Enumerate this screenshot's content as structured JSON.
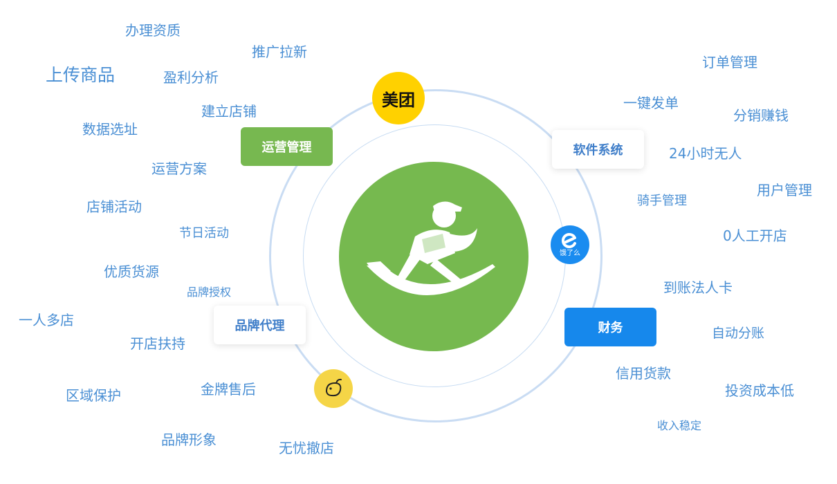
{
  "hub": {
    "center_icon": "delivery-rider-icon",
    "center_color": "#76b94f"
  },
  "platforms": {
    "meituan": {
      "label": "美团",
      "color": "#ffd100"
    },
    "eleme": {
      "label": "饿了么",
      "icon": "eleme-logo-icon",
      "color": "#1a8cf0"
    },
    "third": {
      "icon": "mascot-logo-icon",
      "color": "#f5d547"
    }
  },
  "modules": {
    "operations": {
      "label": "运营管理",
      "color": "#77b850"
    },
    "software": {
      "label": "软件系统"
    },
    "brand": {
      "label": "品牌代理"
    },
    "finance": {
      "label": "财务",
      "color": "#1688ec"
    }
  },
  "keywords": {
    "left": [
      "办理资质",
      "推广拉新",
      "上传商品",
      "盈利分析",
      "建立店铺",
      "数据选址",
      "运营方案",
      "店铺活动",
      "节日活动",
      "优质货源",
      "品牌授权",
      "一人多店",
      "开店扶持",
      "区域保护",
      "金牌售后",
      "品牌形象",
      "无忧撤店"
    ],
    "right": [
      "订单管理",
      "一键发单",
      "分销赚钱",
      "24小时无人",
      "用户管理",
      "骑手管理",
      "0人工开店",
      "到账法人卡",
      "自动分账",
      "信用货款",
      "投资成本低",
      "收入稳定"
    ]
  }
}
